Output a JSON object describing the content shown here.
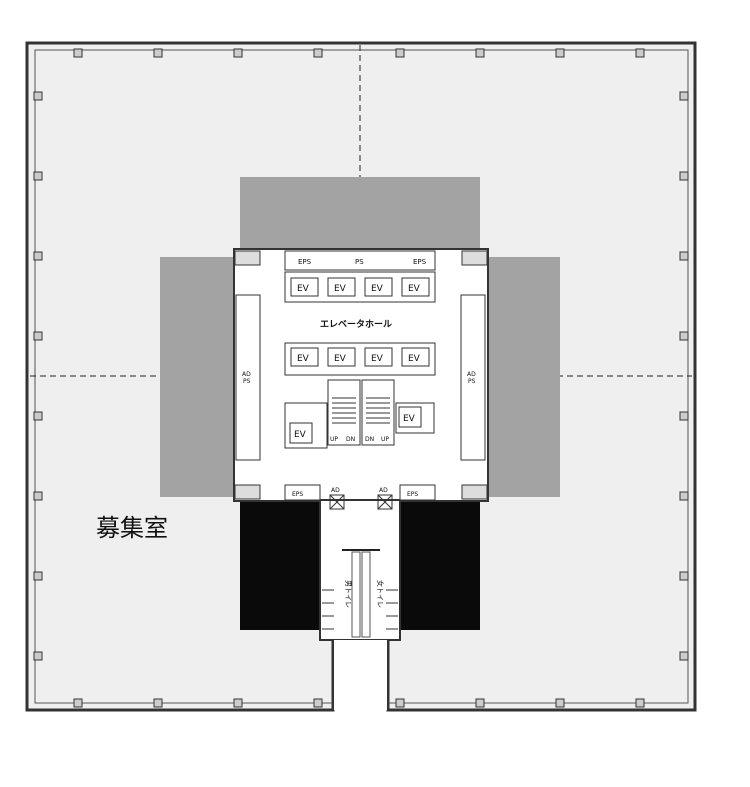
{
  "room_label": "募集室",
  "elevator_hall": "エレベータホール",
  "elevator_label": "EV",
  "eps_label": "EPS",
  "ps_label": "PS",
  "ad_ps_label": [
    "AD",
    "PS"
  ],
  "ad_label": "AD",
  "stairs": {
    "up": "UP",
    "down": "DN"
  },
  "toilets": {
    "men": "男トイレ",
    "women": "女トイレ"
  },
  "colors": {
    "floor": "#efefef",
    "shaded": "#a3a3a3",
    "dark": "#0a0a0a",
    "core": "#ffffff",
    "line": "#333333"
  }
}
